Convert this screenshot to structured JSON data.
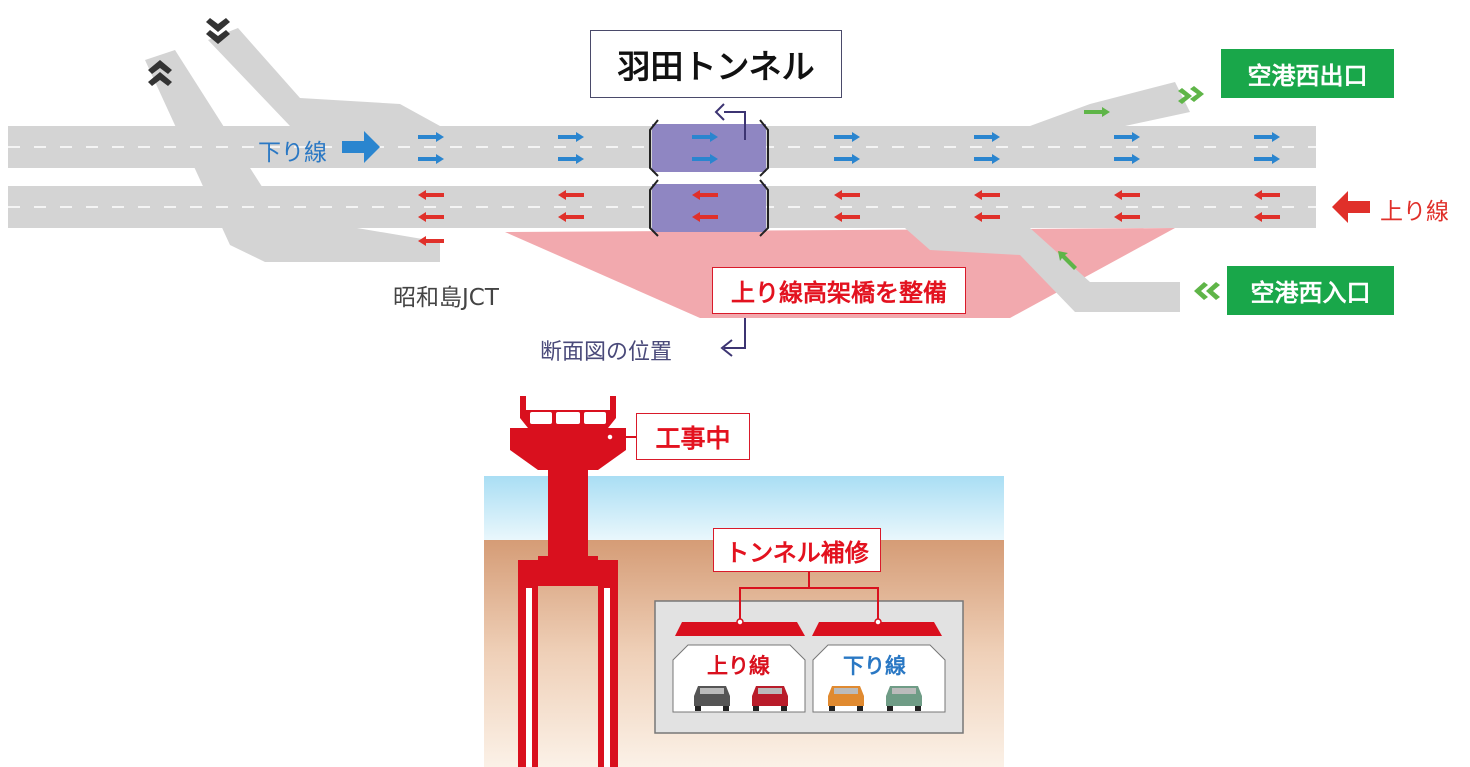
{
  "plan": {
    "tunnel_label": "羽田トンネル",
    "outbound_label": "下り線",
    "inbound_label": "上り線",
    "junction_label": "昭和島JCT",
    "exit_label": "空港西出口",
    "entrance_label": "空港西入口",
    "viaduct_label": "上り線高架橋を整備",
    "section_pointer_label": "断面図の位置"
  },
  "section": {
    "under_construction_label": "工事中",
    "tunnel_repair_label": "トンネル補修",
    "inbound_bore_label": "上り線",
    "outbound_bore_label": "下り線"
  },
  "colors": {
    "road": "#d4d4d4",
    "outbound_arrow": "#2a85cf",
    "inbound_arrow": "#e0302a",
    "ramp_arrow": "#5fb548",
    "viaduct_area": "#f2a9ae",
    "tunnel_zone": "#8f86c2",
    "label_green": "#19a74a",
    "structure_red": "#d9101e",
    "sky": "#aee0f5",
    "soil": "#d9a27e"
  }
}
